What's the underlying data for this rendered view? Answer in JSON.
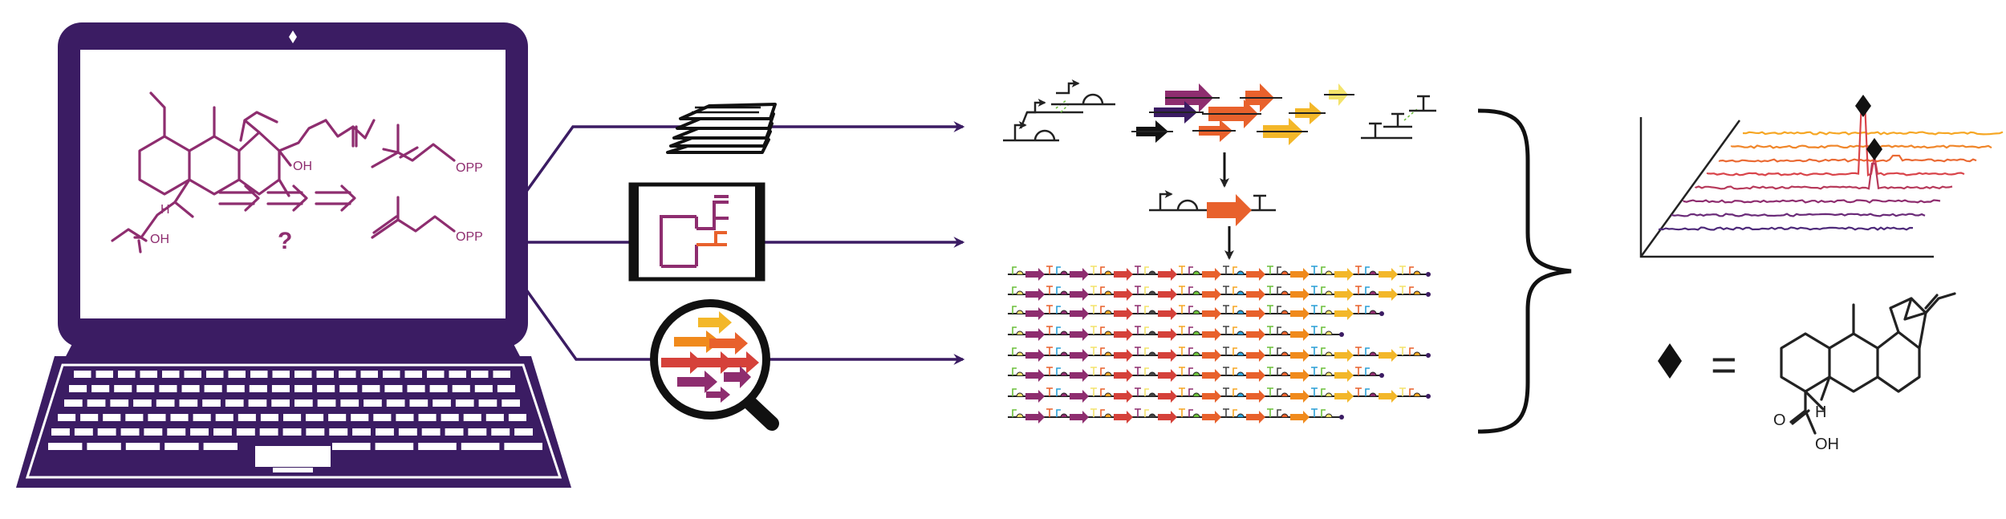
{
  "colors": {
    "purple_dark": "#3b1c63",
    "magenta": "#8e2d6f",
    "orange": "#e8612c",
    "red": "#d5413a",
    "amber": "#f08a1c",
    "yellow": "#f3b729",
    "spectrum_colors": [
      "#f6a623",
      "#f0862a",
      "#ea6a34",
      "#d9444a",
      "#b73a5b",
      "#8e2d6f",
      "#6a2a78",
      "#4e2a7a"
    ]
  },
  "laptop": {
    "precursor_oh_label": "OH",
    "precursor_h_label": "H",
    "target_oh_label": "OH",
    "question_mark": "?",
    "opp_label_1": "OPP",
    "opp_label_2": "OPP"
  },
  "methods": [
    "documents-icon",
    "phylogenetic-tree-icon",
    "gene-search-icon"
  ],
  "product": {
    "equals_sign": "=",
    "h_label": "H",
    "o_label": "O",
    "oh_label": "OH"
  }
}
